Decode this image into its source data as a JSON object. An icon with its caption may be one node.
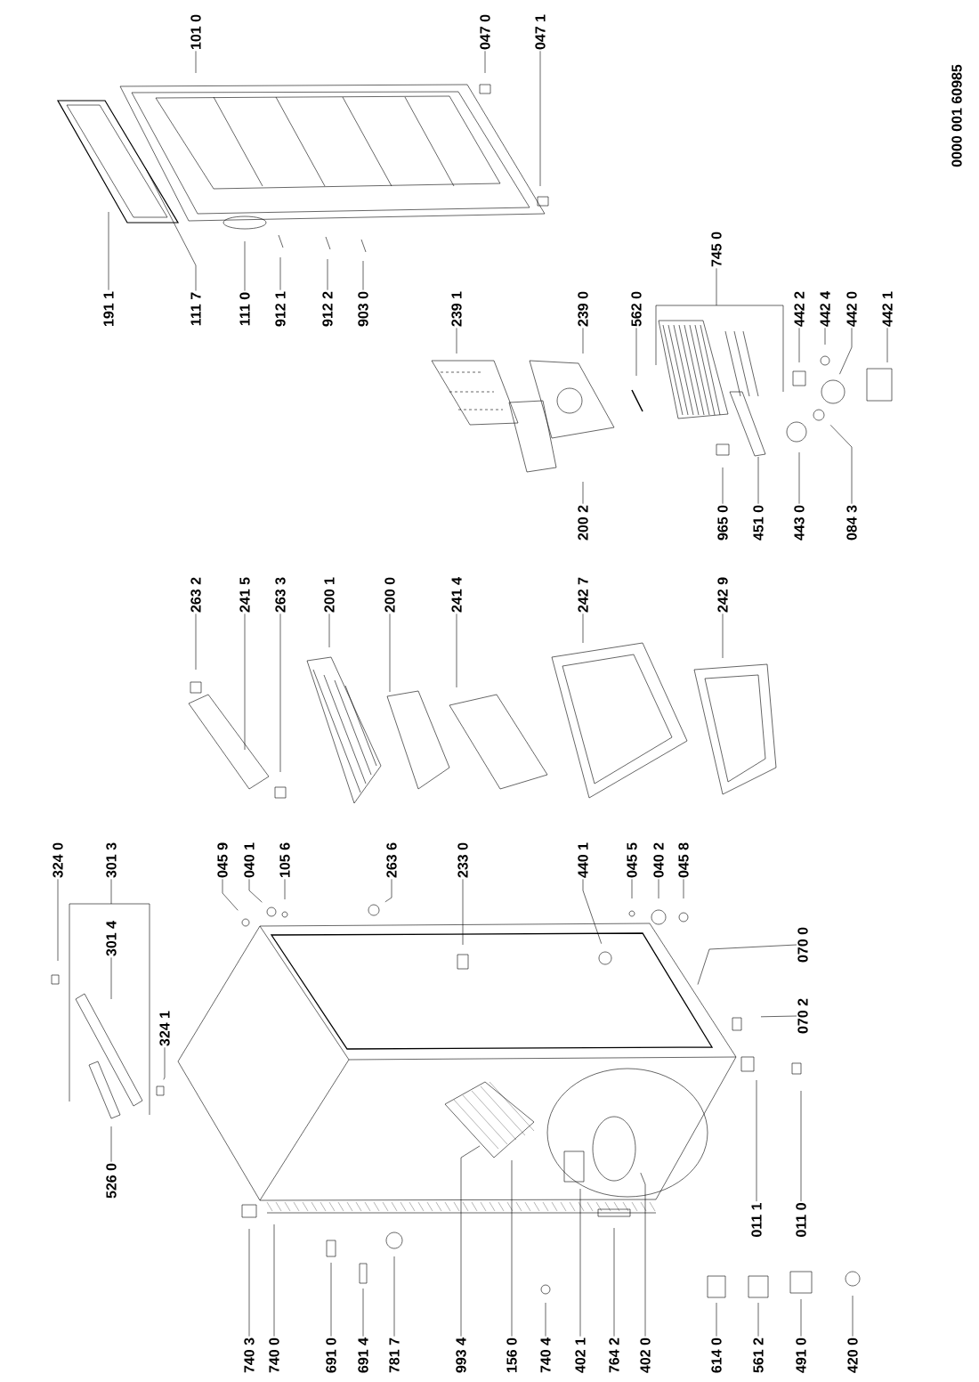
{
  "diagram": {
    "nodes": [
      {
        "text": [
          "101 0"
        ]
      },
      {
        "text": [
          "047 0"
        ]
      },
      {
        "text": [
          "047 1"
        ]
      },
      {
        "text": [
          "191 1"
        ]
      },
      {
        "text": [
          "111 7"
        ]
      },
      {
        "text": [
          "111 0"
        ]
      },
      {
        "text": [
          "912 1"
        ]
      },
      {
        "text": [
          "912 2"
        ]
      },
      {
        "text": [
          "903 0"
        ]
      },
      {
        "text": [
          "239 1"
        ]
      },
      {
        "text": [
          "239 0"
        ]
      },
      {
        "text": [
          "562 0"
        ]
      },
      {
        "text": [
          "745 0"
        ]
      },
      {
        "text": [
          "442 2"
        ]
      },
      {
        "text": [
          "442 4"
        ]
      },
      {
        "text": [
          "442 0"
        ]
      },
      {
        "text": [
          "442 1"
        ]
      },
      {
        "text": [
          "200 2"
        ]
      },
      {
        "text": [
          "965 0"
        ]
      },
      {
        "text": [
          "451 0"
        ]
      },
      {
        "text": [
          "443 0"
        ]
      },
      {
        "text": [
          "084 3"
        ]
      },
      {
        "text": [
          "263 2"
        ]
      },
      {
        "text": [
          "241 5"
        ]
      },
      {
        "text": [
          "263 3"
        ]
      },
      {
        "text": [
          "200 1"
        ]
      },
      {
        "text": [
          "200 0"
        ]
      },
      {
        "text": [
          "241 4"
        ]
      },
      {
        "text": [
          "242 7"
        ]
      },
      {
        "text": [
          "242 9"
        ]
      },
      {
        "text": [
          "324 0"
        ]
      },
      {
        "text": [
          "301 3"
        ]
      },
      {
        "text": [
          "301 4"
        ]
      },
      {
        "text": [
          "324 1"
        ]
      },
      {
        "text": [
          "526 0"
        ]
      },
      {
        "text": [
          "045 9"
        ]
      },
      {
        "text": [
          "040 1"
        ]
      },
      {
        "text": [
          "105 6"
        ]
      },
      {
        "text": [
          "263 6"
        ]
      },
      {
        "text": [
          "233 0"
        ]
      },
      {
        "text": [
          "440 1"
        ]
      },
      {
        "text": [
          "045 5"
        ]
      },
      {
        "text": [
          "040 2"
        ]
      },
      {
        "text": [
          "045 8"
        ]
      },
      {
        "text": [
          "070 0"
        ]
      },
      {
        "text": [
          "070 2"
        ]
      },
      {
        "text": [
          "011 1"
        ]
      },
      {
        "text": [
          "011 0"
        ]
      },
      {
        "text": [
          "740 3"
        ]
      },
      {
        "text": [
          "740 0"
        ]
      },
      {
        "text": [
          "691 0"
        ]
      },
      {
        "text": [
          "691 4"
        ]
      },
      {
        "text": [
          "781 7"
        ]
      },
      {
        "text": [
          "993 4"
        ]
      },
      {
        "text": [
          "156 0"
        ]
      },
      {
        "text": [
          "740 4"
        ]
      },
      {
        "text": [
          "402 1"
        ]
      },
      {
        "text": [
          "764 2"
        ]
      },
      {
        "text": [
          "402 0"
        ]
      },
      {
        "text": [
          "614 0"
        ]
      },
      {
        "text": [
          "561 2"
        ]
      },
      {
        "text": [
          "491 0"
        ]
      },
      {
        "text": [
          "420 0"
        ]
      }
    ],
    "edges": [
      {
        "from": 0,
        "to": null,
        "arrow": "none"
      },
      {
        "from": 1,
        "to": null,
        "arrow": "none"
      },
      {
        "from": 2,
        "to": null,
        "arrow": "none"
      },
      {
        "from": 3,
        "to": null,
        "arrow": "none"
      },
      {
        "from": 4,
        "to": null,
        "arrow": "none"
      },
      {
        "from": 5,
        "to": null,
        "arrow": "none"
      },
      {
        "from": 6,
        "to": null,
        "arrow": "none"
      },
      {
        "from": 7,
        "to": null,
        "arrow": "none"
      },
      {
        "from": 8,
        "to": null,
        "arrow": "none"
      },
      {
        "from": 9,
        "to": null,
        "arrow": "none"
      },
      {
        "from": 10,
        "to": null,
        "arrow": "none"
      },
      {
        "from": 11,
        "to": null,
        "arrow": "none"
      },
      {
        "from": 12,
        "to": null,
        "arrow": "none"
      },
      {
        "from": 13,
        "to": null,
        "arrow": "none"
      },
      {
        "from": 14,
        "to": null,
        "arrow": "none"
      },
      {
        "from": 15,
        "to": null,
        "arrow": "none"
      },
      {
        "from": 16,
        "to": null,
        "arrow": "none"
      },
      {
        "from": 17,
        "to": null,
        "arrow": "none"
      },
      {
        "from": 18,
        "to": null,
        "arrow": "none"
      },
      {
        "from": 19,
        "to": null,
        "arrow": "none"
      },
      {
        "from": 20,
        "to": null,
        "arrow": "none"
      },
      {
        "from": 21,
        "to": null,
        "arrow": "none"
      },
      {
        "from": 22,
        "to": null,
        "arrow": "none"
      },
      {
        "from": 23,
        "to": null,
        "arrow": "none"
      },
      {
        "from": 24,
        "to": null,
        "arrow": "none"
      },
      {
        "from": 25,
        "to": null,
        "arrow": "none"
      },
      {
        "from": 26,
        "to": null,
        "arrow": "none"
      },
      {
        "from": 27,
        "to": null,
        "arrow": "none"
      },
      {
        "from": 28,
        "to": null,
        "arrow": "none"
      },
      {
        "from": 29,
        "to": null,
        "arrow": "none"
      },
      {
        "from": 30,
        "to": null,
        "arrow": "none"
      },
      {
        "from": 31,
        "to": null,
        "arrow": "none"
      },
      {
        "from": 32,
        "to": null,
        "arrow": "none"
      },
      {
        "from": 33,
        "to": null,
        "arrow": "none"
      },
      {
        "from": 34,
        "to": null,
        "arrow": "none"
      },
      {
        "from": 35,
        "to": null,
        "arrow": "none"
      },
      {
        "from": 36,
        "to": null,
        "arrow": "none"
      },
      {
        "from": 37,
        "to": null,
        "arrow": "none"
      },
      {
        "from": 38,
        "to": null,
        "arrow": "none"
      },
      {
        "from": 39,
        "to": null,
        "arrow": "none"
      },
      {
        "from": 40,
        "to": null,
        "arrow": "none"
      },
      {
        "from": 41,
        "to": null,
        "arrow": "none"
      },
      {
        "from": 42,
        "to": null,
        "arrow": "none"
      },
      {
        "from": 43,
        "to": null,
        "arrow": "none"
      },
      {
        "from": 44,
        "to": null,
        "arrow": "none"
      },
      {
        "from": 45,
        "to": null,
        "arrow": "none"
      },
      {
        "from": 46,
        "to": null,
        "arrow": "none"
      },
      {
        "from": 47,
        "to": null,
        "arrow": "none"
      },
      {
        "from": 48,
        "to": null,
        "arrow": "none"
      },
      {
        "from": 49,
        "to": null,
        "arrow": "none"
      },
      {
        "from": 50,
        "to": null,
        "arrow": "none"
      },
      {
        "from": 51,
        "to": null,
        "arrow": "none"
      },
      {
        "from": 52,
        "to": null,
        "arrow": "none"
      },
      {
        "from": 53,
        "to": null,
        "arrow": "none"
      },
      {
        "from": 54,
        "to": null,
        "arrow": "none"
      },
      {
        "from": 55,
        "to": null,
        "arrow": "none"
      },
      {
        "from": 56,
        "to": null,
        "arrow": "none"
      },
      {
        "from": 57,
        "to": null,
        "arrow": "none"
      },
      {
        "from": 58,
        "to": null,
        "arrow": "none"
      },
      {
        "from": 59,
        "to": null,
        "arrow": "none"
      },
      {
        "from": 60,
        "to": null,
        "arrow": "none"
      },
      {
        "from": 61,
        "to": null,
        "arrow": "none"
      },
      {
        "from": 62,
        "to": null,
        "arrow": "none"
      }
    ],
    "labels": [
      "0000 001 60985"
    ]
  }
}
